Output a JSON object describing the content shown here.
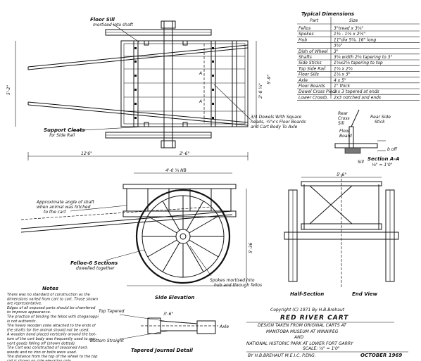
{
  "dimensions_table": {
    "heading": "Typical   Dimensions",
    "part_col": "Part",
    "size_col": "Size",
    "rows": [
      {
        "part": "Fellos",
        "size": "3\"tread x 3⅝\""
      },
      {
        "part": "Spokes",
        "size": "1½ - 1⅝ x 2⅝\""
      },
      {
        "part": "Hub",
        "size": "11\"dia 5⅝, 16\" long"
      },
      {
        "part": "",
        "size": "3⅝\""
      },
      {
        "part": "Dish of Wheel",
        "size": "3\""
      },
      {
        "part": "Shafts",
        "size": "3⅝ width 2⅝ tapering to 3\""
      },
      {
        "part": "Side Sticks",
        "size": "1⅝x2⅝ tapering to top"
      },
      {
        "part": "Top Side Rail",
        "size": "1⅝ x 2⅝"
      },
      {
        "part": "Floor Sills",
        "size": "1⅝ x 3\""
      },
      {
        "part": "Axle",
        "size": "4 x 5\""
      },
      {
        "part": "Floor Boards",
        "size": "1\" thick"
      },
      {
        "part": "Dowel Cross Piece",
        "size": "2 x 3 tapered at ends"
      },
      {
        "part": "Lower Crossb.",
        "size": "2x3 notched and ends"
      }
    ]
  },
  "labels": {
    "floor_sill": "Floor Sill",
    "floor_sill_sub": "mortised into shaft",
    "support_cleats": "Support Cleats",
    "support_cleats_sub": "for Side Rail",
    "dowels": "3/4 Dowels With Square",
    "dowels_2": "heads, ½\"x's Floor Boards",
    "dowels_3": "and Cart Body To Axle",
    "rear_cross_sill": "Rear",
    "rear_cross_sill_2": "Cross",
    "rear_cross_sill_3": "Sill",
    "rear_side_stick": "Rear Side",
    "rear_side_stick_2": "Stick",
    "floor_board": "Floor",
    "floor_board_2": "Board",
    "sill": "Sill",
    "b_off": "b off",
    "section_aa": "Section A-A",
    "section_scale": "⅛\" = 1'0\"",
    "approx_angle": "Approximate angle of shaft",
    "approx_angle_2": "when animal was hitched",
    "approx_angle_3": "to the cart",
    "felloe_sections": "Felloe-6 Sections",
    "felloe_sections_2": "dowelled together",
    "spokes_mortised": "Spokes mortised into",
    "spokes_mortised_2": "hub and through fellos",
    "side_elevation": "Side  Elevation",
    "half_section": "Half-Section",
    "end_view": "End  View",
    "top_tapered": "Top Tapered",
    "bottom_straight": "Bottom Straight",
    "tapered_journal": "Tapered  Journal  Detail",
    "axle": "Axle",
    "dim_12_6": "12'6\"",
    "dim_4_0": "4'-0 ¾ NB",
    "dim_5_6": "5'-6\"",
    "dim_5_2": "5'-2\"",
    "dim_6_36": "5'-36",
    "dim_2_6": "2'-6\"",
    "dim_3_6": "3'-6\"",
    "dim_side": "5'-9\"",
    "dim_side2": "2'-8 ¼\"",
    "a_mark": "A"
  },
  "notes": {
    "heading": "Notes",
    "lines": [
      "There was no standard of construction as the",
      "dimensions varied from cart to cart. Those shown",
      "are representative.",
      "Edges of all exposed parts should be chamfered",
      "to improve appearance.",
      "The practice of binding the fellos with shaganappi",
      "is not authentic.",
      "The heavy wooden yoke attached to the ends of",
      "the shafts for the animal should not be used.",
      "A wooden band placed vertically around the bot-",
      "tom of the cart body was frequently used to pre-",
      "vent goods falling off (shown dotted).",
      "The Cart was constructed of seasoned hard-",
      "woods and no iron or bolts were used.",
      "The distance from the top of the wheel to the top",
      "rail is shown on side elevation only."
    ]
  },
  "title_block": {
    "copyright": "Copyright (C) 1971  By  H.B.Brehaut",
    "title": "RED  RIVER  CART",
    "line1": "DESIGN TAKEN FROM ORIGINAL CARTS AT",
    "line2": "MANITOBA MUSEUM AT WINNIPEG",
    "line3": "AND",
    "line4": "NATIONAL HISTORIC PARK AT LOWER FORT GARRY",
    "scale": "SCALE: ⅛\" = 1'0\"",
    "author": "BY  H.B.BREHAUT M.E.I.C. P.ENG.",
    "date": "OCTOBER  1969"
  }
}
